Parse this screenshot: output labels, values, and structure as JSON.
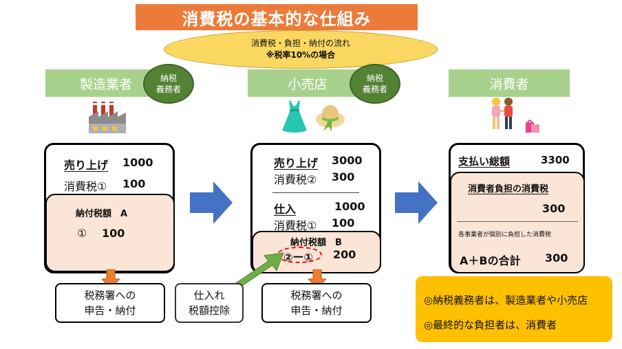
{
  "title": "消費税の基本的な仕組み",
  "flow": {
    "line1": "消費税・負担・納付の流れ",
    "line2": "※税率10%の場合"
  },
  "actors": {
    "manufacturer": "製造業者",
    "retailer": "小売店",
    "consumer": "消費者",
    "badge_line1": "納税",
    "badge_line2": "義務者",
    "badge2_line1": "納税",
    "badge2_line2": "義務者"
  },
  "manufacturer_card": {
    "sales_label": "売り上げ",
    "sales_value": "1000",
    "tax_label": "消費税①",
    "tax_value": "100",
    "pay_title": "納付税額　A",
    "pay_mark": "①",
    "pay_value": "100"
  },
  "retailer_card": {
    "sales_label": "売り上げ",
    "sales_value": "3000",
    "tax_label": "消費税②",
    "tax_value": "300",
    "purchase_label": "仕入",
    "purchase_value": "1000",
    "ptax_label": "消費税①",
    "ptax_value": "100",
    "pay_title": "納付税額　B",
    "pay_formula": "②ー①",
    "pay_value": "200"
  },
  "consumer_card": {
    "total_label": "支払い総額",
    "total_value": "3300",
    "burden_title": "消費者負担の消費税",
    "burden_value": "300",
    "note": "各事業者が個別に負担した消費税",
    "sum_label": "A＋Bの合計",
    "sum_value": "300"
  },
  "filing1": {
    "line1": "税務署への",
    "line2": "申告・納付"
  },
  "filing2": {
    "line1": "税務署への",
    "line2": "申告・納付"
  },
  "credit": {
    "line1": "仕入れ",
    "line2": "税額控除"
  },
  "notes": {
    "line1": "◎納税義務者は、製造業者や小売店",
    "line2": "◎最終的な負担者は、消費者"
  },
  "icons": [
    "factory-icon",
    "dress-icon",
    "hat-icon",
    "couple-icon",
    "shopping-bags-icon"
  ],
  "colors": {
    "title_bg": "#ec7b3a",
    "band": "#a9d18e",
    "badge": "#548235",
    "ellipse": "#fad760",
    "peach": "#fbe5d6",
    "arrow_blue": "#4472c4",
    "arrow_orange": "#ed7d31",
    "arrow_green": "#70ad47",
    "note_bg": "#ffc000",
    "dash_red": "#ff0000"
  }
}
